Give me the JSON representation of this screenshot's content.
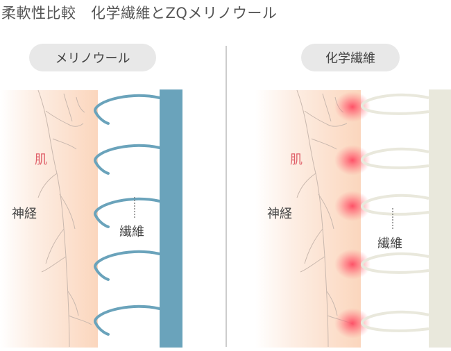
{
  "title": "柔軟性比較　化学繊維とZQメリノウール",
  "panels": {
    "left": {
      "header": "メリノウール",
      "skin_label": "肌",
      "nerve_label": "神経",
      "fiber_label": "繊維"
    },
    "right": {
      "header": "化学繊維",
      "skin_label": "肌",
      "nerve_label": "神経",
      "fiber_label": "繊維"
    }
  },
  "colors": {
    "skin_gradient_start": "#ffffff",
    "skin_gradient_end": "#fbd8c0",
    "merino_fiber": "#6aa3bb",
    "synthetic_fiber": "#e9e8dc",
    "irritation": "#ff5a6e",
    "nerve": "#c9b8ae",
    "divider": "#cccccc",
    "pill_bg": "#e8e8e8",
    "skin_label": "#e0606a"
  }
}
